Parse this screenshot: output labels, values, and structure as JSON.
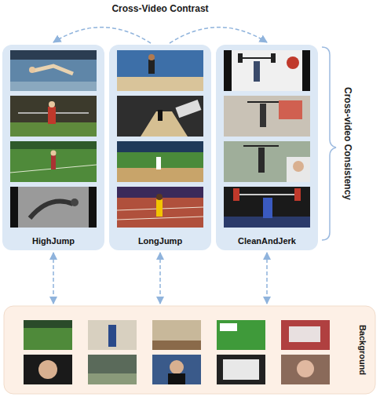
{
  "diagram": {
    "nodes": [
      {
        "text": [
          "HighJump"
        ]
      },
      {
        "text": [
          "LongJump"
        ]
      },
      {
        "text": [
          "CleanAndJerk"
        ]
      },
      {
        "text": [
          "Background"
        ]
      }
    ],
    "edges": [
      {
        "from": 1,
        "to": 0,
        "arrow": "to"
      },
      {
        "from": 1,
        "to": 2,
        "arrow": "to"
      },
      {
        "from": 0,
        "to": 3,
        "arrow": "both"
      },
      {
        "from": 1,
        "to": 3,
        "arrow": "both"
      },
      {
        "from": 2,
        "to": 3,
        "arrow": "both"
      }
    ],
    "labels": [
      "Cross-Video Contrast",
      "Cross-video Consistency"
    ]
  }
}
